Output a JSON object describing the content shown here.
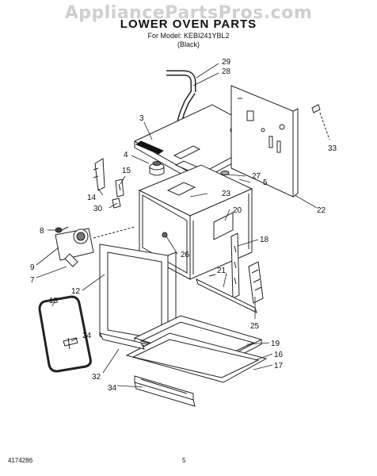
{
  "watermark": "AppliancePartsPros.com",
  "title": "LOWER OVEN PARTS",
  "model_line": "For Model: KEBI241YBL2",
  "variant": "(Black)",
  "footer": {
    "doc_number": "4174286",
    "page_number": "5"
  },
  "callouts": {
    "c29": "29",
    "c28": "28",
    "c3": "3",
    "c33": "33",
    "c4": "4",
    "c27": "27",
    "c5": "5",
    "c15": "15",
    "c14": "14",
    "c23": "23",
    "c30": "30",
    "c20": "20",
    "c22": "22",
    "c8": "8",
    "c18": "18",
    "c26": "26",
    "c9": "9",
    "c21": "21",
    "c7": "7",
    "c12": "12",
    "c13": "13",
    "c25": "25",
    "c24": "24",
    "c19": "19",
    "c16": "16",
    "c17": "17",
    "c32": "32",
    "c34": "34"
  }
}
